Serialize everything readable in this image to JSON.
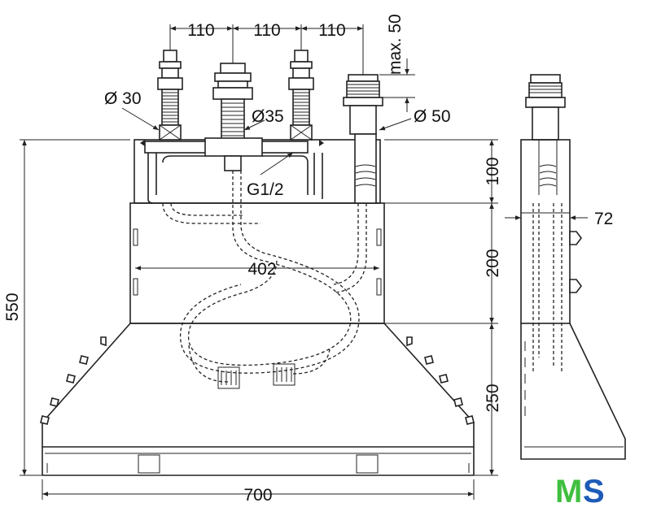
{
  "dimensions": {
    "top_spacing_1": "110",
    "top_spacing_2": "110",
    "top_spacing_3": "110",
    "max_label": "max. 50",
    "diameter_30": "Ø 30",
    "diameter_35": "Ø35",
    "diameter_50": "Ø 50",
    "thread": "G1/2",
    "width_inner": "402",
    "width_total": "700",
    "height_total": "550",
    "height_top": "100",
    "height_mid": "200",
    "height_bottom": "250",
    "side_depth": "72"
  },
  "logo": {
    "letter_1": "M",
    "letter_2": "S",
    "color_1": "#3fbf3f",
    "color_2": "#1e5bb8"
  }
}
